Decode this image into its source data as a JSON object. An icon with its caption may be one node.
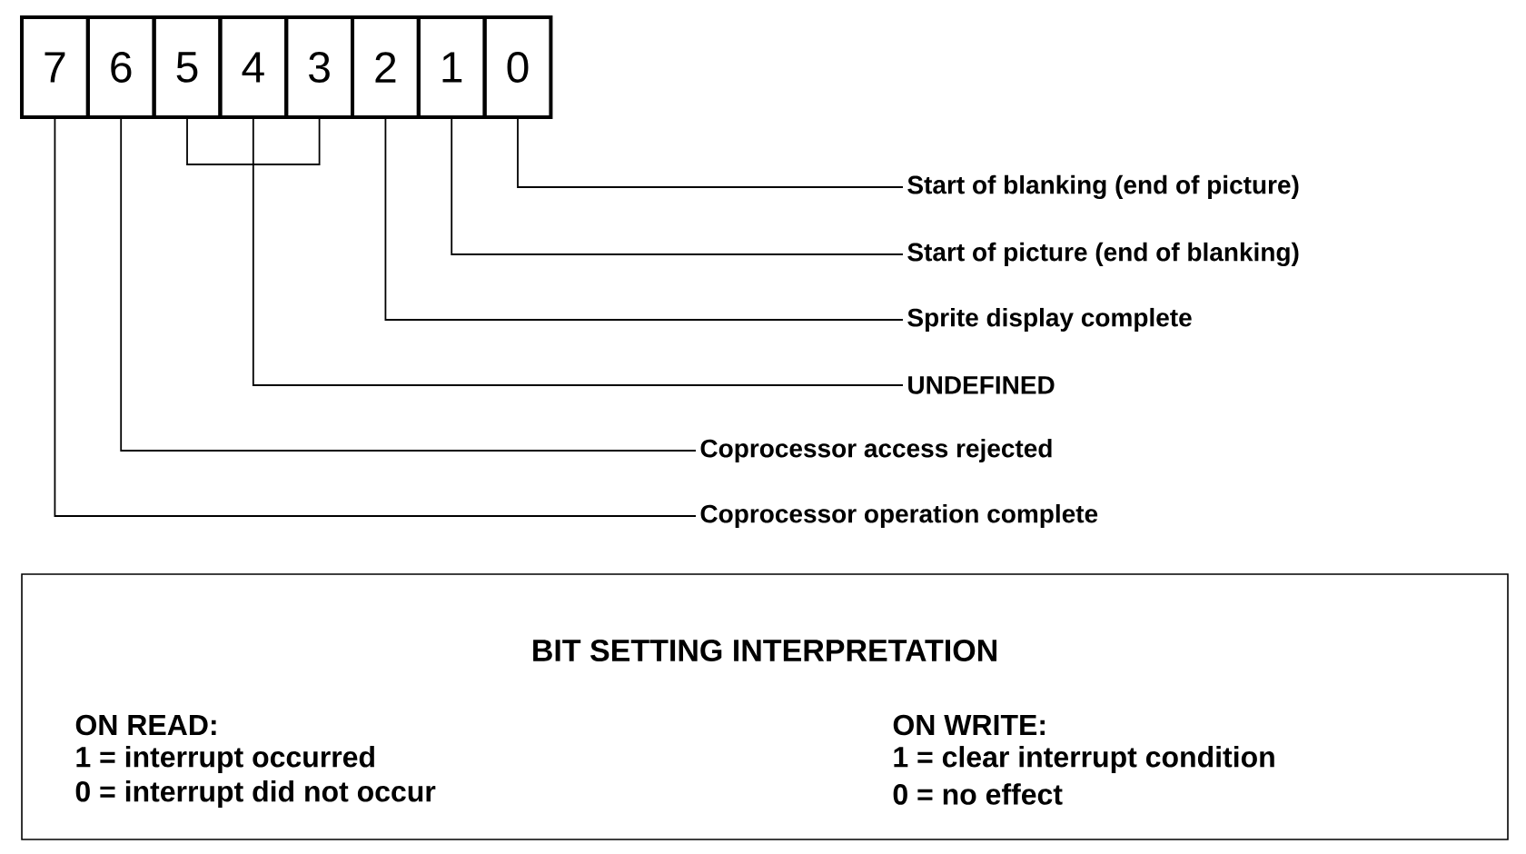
{
  "diagram": {
    "nodes": [
      {
        "text": [
          "7"
        ]
      },
      {
        "text": [
          "6"
        ]
      },
      {
        "text": [
          "5"
        ]
      },
      {
        "text": [
          "4"
        ]
      },
      {
        "text": [
          "3"
        ]
      },
      {
        "text": [
          "2"
        ]
      },
      {
        "text": [
          "1"
        ]
      },
      {
        "text": [
          "0"
        ]
      },
      {
        "text": [
          "Start of blanking (end of picture)"
        ]
      },
      {
        "text": [
          "Start of picture (end of blanking)"
        ]
      },
      {
        "text": [
          "Sprite display complete"
        ]
      },
      {
        "text": [
          "UNDEFINED"
        ]
      },
      {
        "text": [
          "Coprocessor access rejected"
        ]
      },
      {
        "text": [
          "Coprocessor operation complete"
        ]
      },
      {
        "text": [
          "BIT SETTING INTERPRETATION",
          "ON READ:",
          "1 = interrupt occurred",
          "0 = interrupt did not occur",
          "ON WRITE:",
          "1 = clear interrupt condition",
          "0 = no effect"
        ]
      }
    ],
    "edges": [
      {
        "from": 7,
        "to": 8,
        "arrow": "none"
      },
      {
        "from": 6,
        "to": 9,
        "arrow": "none"
      },
      {
        "from": 5,
        "to": 10,
        "arrow": "none"
      },
      {
        "from": 2,
        "to": 11,
        "arrow": "none"
      },
      {
        "from": 3,
        "to": 11,
        "arrow": "none"
      },
      {
        "from": 4,
        "to": 11,
        "arrow": "none"
      },
      {
        "from": 1,
        "to": 12,
        "arrow": "none"
      },
      {
        "from": 0,
        "to": 13,
        "arrow": "none"
      }
    ]
  }
}
